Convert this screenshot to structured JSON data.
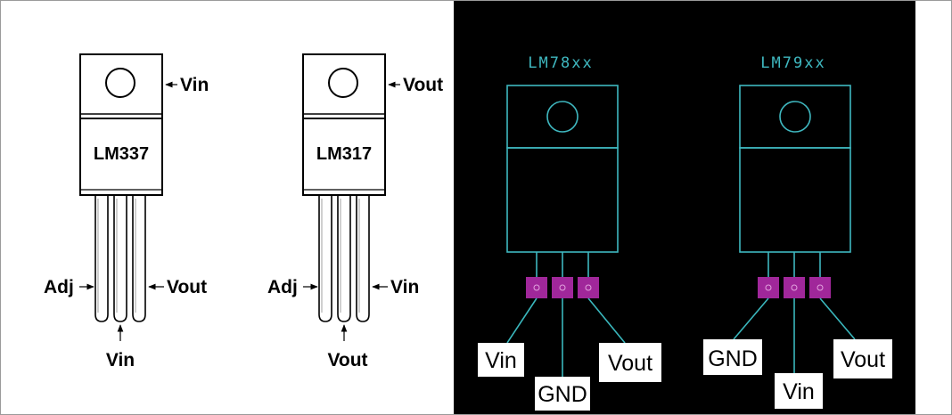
{
  "colors": {
    "dark_panel": "#000000",
    "outline_cyan": "#3fb8c0",
    "pad_magenta": "#a0279a",
    "leader_cyan": "#3ab7bd",
    "label_box": "#ffffff"
  },
  "packages": {
    "lm337": {
      "part": "LM337",
      "tab_pin": "Vin",
      "left_pin": "Adj",
      "right_pin": "Vout",
      "middle_pin": "Vin"
    },
    "lm317": {
      "part": "LM317",
      "tab_pin": "Vout",
      "left_pin": "Adj",
      "right_pin": "Vin",
      "middle_pin": "Vout"
    }
  },
  "schematics": {
    "lm78xx": {
      "title": "LM78xx",
      "pin_labels": [
        "Vin",
        "GND",
        "Vout"
      ]
    },
    "lm79xx": {
      "title": "LM79xx",
      "pin_labels": [
        "GND",
        "Vin",
        "Vout"
      ]
    }
  }
}
